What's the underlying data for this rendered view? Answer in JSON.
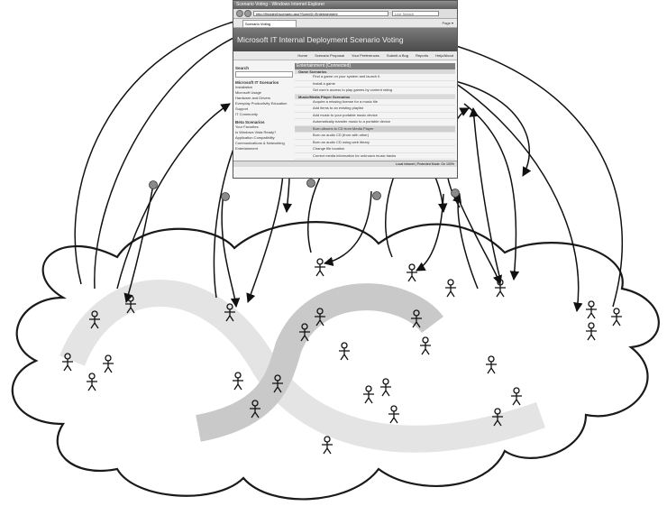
{
  "browser": {
    "window_title": "Scenario Voting - Windows Internet Explorer",
    "address_url": "http://[hidden]/scenario.asp?ScenID=Entertainment",
    "search_placeholder": "Live Search",
    "tab_label": "Scenario Voting",
    "tab_tools": "Page ▾",
    "status_text": "Local intranet | Protected Mode: On",
    "zoom_level": "100%"
  },
  "site": {
    "banner_title": "Microsoft IT Internal Deployment Scenario Voting",
    "menu": [
      "Home",
      "Scenario Proposal",
      "Your Preferences",
      "Submit a Bug",
      "Reports",
      "Help/About"
    ]
  },
  "sidebar": {
    "search_label": "Search",
    "section1_title": "Microsoft IT Scenarios",
    "section1_items": [
      "Installation",
      "Microsoft Usage",
      "Hardware and Drivers",
      "Everyday Productivity Education",
      "Support",
      "IT Community"
    ],
    "section2_title": "Beta Scenarios",
    "section2_items": [
      "Your Favorites",
      "Is Windows Vista Ready?",
      "Application Compatibility",
      "Communications & Networking",
      "Entertainment"
    ]
  },
  "main": {
    "header": "Entertainment (Connected)",
    "group1_title": "Game Scenarios",
    "group1_items": [
      "Find a game on your system and launch it",
      "Install a game",
      "Set user's access to play games by content rating"
    ],
    "group2_title": "Music/Media Player Scenarios",
    "group2_items": [
      "Acquire a missing license for a music file",
      "Add items to an existing playlist",
      "Add music to your portable music device",
      "Automatically transfer music to a portable device",
      "Burn albums to CD from Media Player",
      "Burn an audio CD (from with other)",
      "Burn an audio CD using web library",
      "Change file location",
      "Correct media information for unknown music tracks"
    ]
  },
  "colors": {
    "arrow": "#111111",
    "stream_light": "#e4e4e4",
    "stream_dark": "#c9c9c9",
    "vote_dot": "#8a8a8a"
  }
}
